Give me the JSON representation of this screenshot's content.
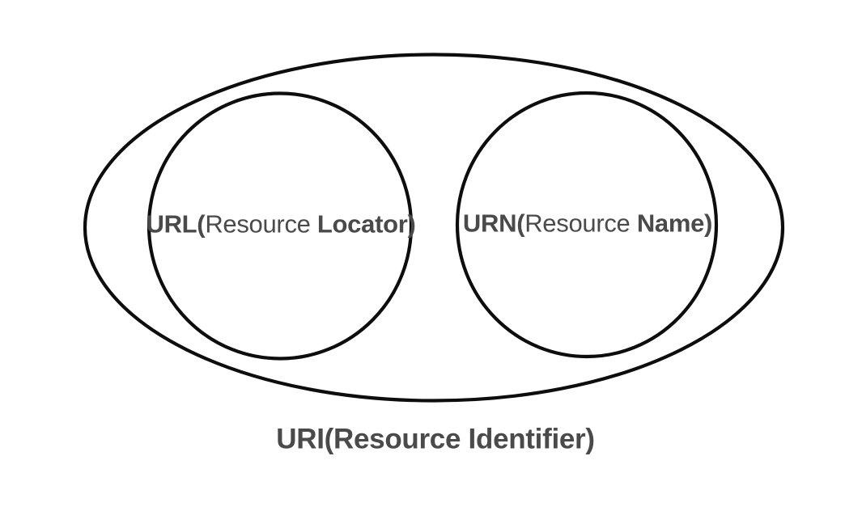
{
  "diagram": {
    "type": "venn-containment",
    "title": "URI(Resource Identifier)",
    "background_color": "#ffffff",
    "stroke_color": "#0d0d0d",
    "text_color": "#4a4a4a",
    "outer_set": {
      "name": "outer-ellipse",
      "label_full": "URI(Resource Identifier)",
      "label_acronym": "URI",
      "label_expansion": "(Resource Identifier)",
      "label_position": "below"
    },
    "inner_sets": [
      {
        "name": "left-circle",
        "label_full": "URL(Resource Locator)",
        "acronym": "URL",
        "open_paren": "(",
        "middle": "Resource ",
        "emphasis": "Locator",
        "close_paren": ")"
      },
      {
        "name": "right-circle",
        "label_full": "URN(Resource Name)",
        "acronym": "URN",
        "open_paren": "(",
        "middle": "Resource ",
        "emphasis": "Name",
        "close_paren": ")"
      }
    ]
  }
}
